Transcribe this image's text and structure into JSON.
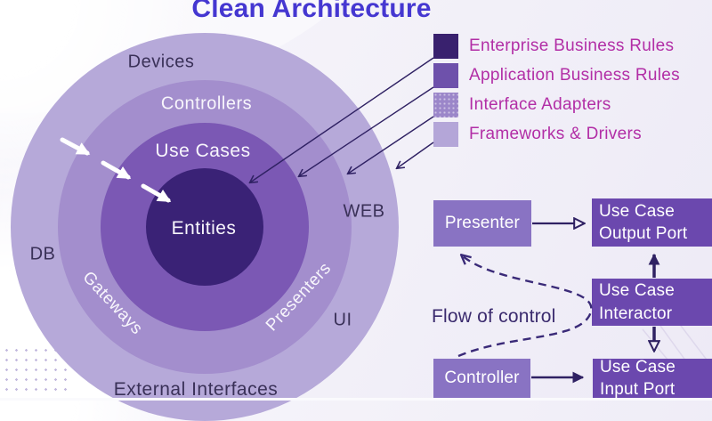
{
  "title": "Clean Architecture",
  "colors": {
    "title_text": "#4537d1",
    "legend_text": "#b22ea6",
    "dark_label": "#3a3158",
    "arrow_dark": "#2f2163",
    "dashed_arrow": "#3a2a78",
    "flow_caption_text": "#3b2b6e"
  },
  "onion": {
    "rings": [
      {
        "name": "Frameworks & Drivers",
        "color": "#b6a9d9"
      },
      {
        "name": "Interface Adapters",
        "color": "#a38ecd"
      },
      {
        "name": "Application Business Rules",
        "color": "#7b58b4"
      },
      {
        "name": "Enterprise Business Rules",
        "color": "#3a2276"
      }
    ],
    "labels": {
      "devices": "Devices",
      "controllers": "Controllers",
      "use_cases": "Use Cases",
      "entities": "Entities",
      "db": "DB",
      "web": "WEB",
      "ui": "UI",
      "gateways": "Gateways",
      "presenters": "Presenters",
      "external_interfaces": "External Interfaces"
    }
  },
  "legend": {
    "items": [
      {
        "label": "Enterprise Business Rules",
        "color": "#39216e"
      },
      {
        "label": "Application Business Rules",
        "color": "#6e51ab"
      },
      {
        "label": "Interface Adapters",
        "color": "#9b86c9"
      },
      {
        "label": "Frameworks & Drivers",
        "color": "#b4a6d8"
      }
    ]
  },
  "flow": {
    "boxes": {
      "presenter": "Presenter",
      "output_port": "Use Case\nOutput Port",
      "interactor": "Use Case\nInteractor",
      "controller": "Controller",
      "input_port": "Use Case\nInput Port"
    },
    "caption": "Flow of control",
    "box_colors": {
      "light": "#8973c3",
      "dark": "#6b48ae"
    }
  }
}
